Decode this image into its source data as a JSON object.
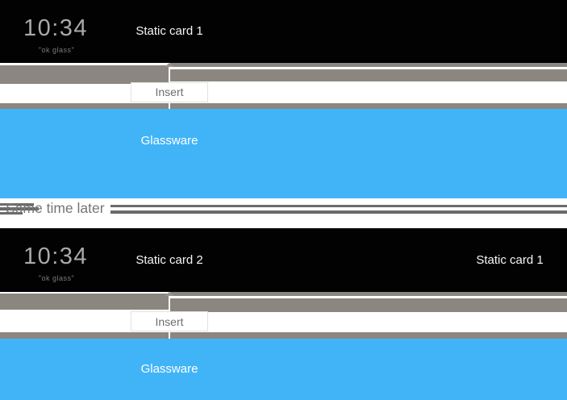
{
  "colors": {
    "glassware_blue": "#41b4f8",
    "timeline_gray": "#8b8780",
    "card_black": "#020202",
    "divider_line_gray": "#6b6b6b",
    "muted_text_gray": "#757575",
    "clock_gray": "#a9a9a9"
  },
  "top_timeline": {
    "clock": "10:34",
    "voice_prompt": "\"ok glass\"",
    "card1_label": "Static card 1",
    "insert_label": "Insert",
    "glassware_label": "Glassware"
  },
  "divider": {
    "label": "Some time later"
  },
  "bottom_timeline": {
    "clock": "10:34",
    "voice_prompt": "\"ok glass\"",
    "card2_label": "Static card 2",
    "card1_label": "Static card 1",
    "insert_label": "Insert",
    "glassware_label": "Glassware"
  }
}
